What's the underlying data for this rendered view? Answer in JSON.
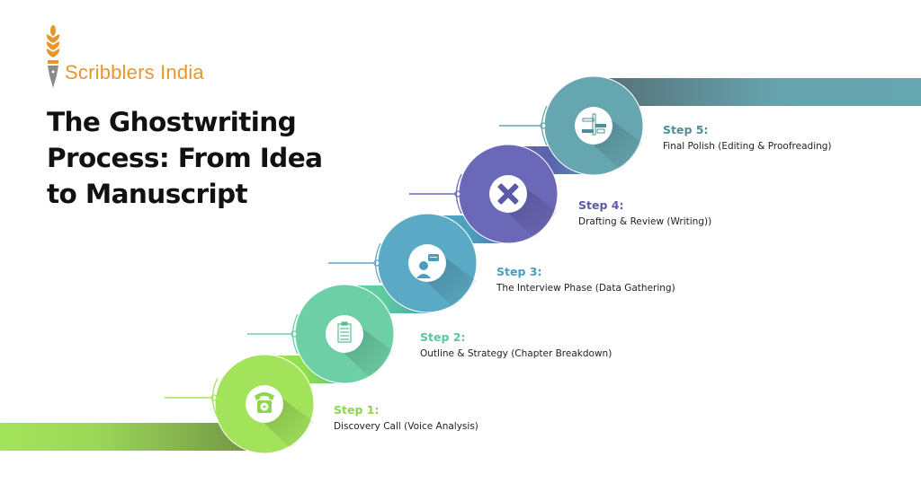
{
  "brand": {
    "name": "Scribblers India",
    "color": "#e8952c",
    "icon": "wheat-pen-nib-icon"
  },
  "title": {
    "lines": [
      "The Ghostwriting",
      "Process: From Idea",
      "to Manuscript"
    ]
  },
  "steps": [
    {
      "number": "Step 1:",
      "title": "Discovery Call",
      "detail": "(Voice Analysis)",
      "icon": "telephone-icon",
      "color": "#a3e35b"
    },
    {
      "number": "Step 2:",
      "title": "Outline & Strategy",
      "detail": "(Chapter Breakdown)",
      "icon": "clipboard-checklist-icon",
      "color": "#6dcfa6"
    },
    {
      "number": "Step 3:",
      "title": "The Interview Phase",
      "detail": "(Data Gathering)",
      "icon": "interviewer-chat-icon",
      "color": "#5aa9c5"
    },
    {
      "number": "Step 4:",
      "title": "Drafting & Review",
      "detail": "(Writing))",
      "icon": "pencil-ruler-icon",
      "color": "#6b68b7"
    },
    {
      "number": "Step 5:",
      "title": "Final Polish",
      "detail": "(Editing & Proofreading)",
      "icon": "alignment-edit-icon",
      "color": "#66a6b0"
    }
  ]
}
